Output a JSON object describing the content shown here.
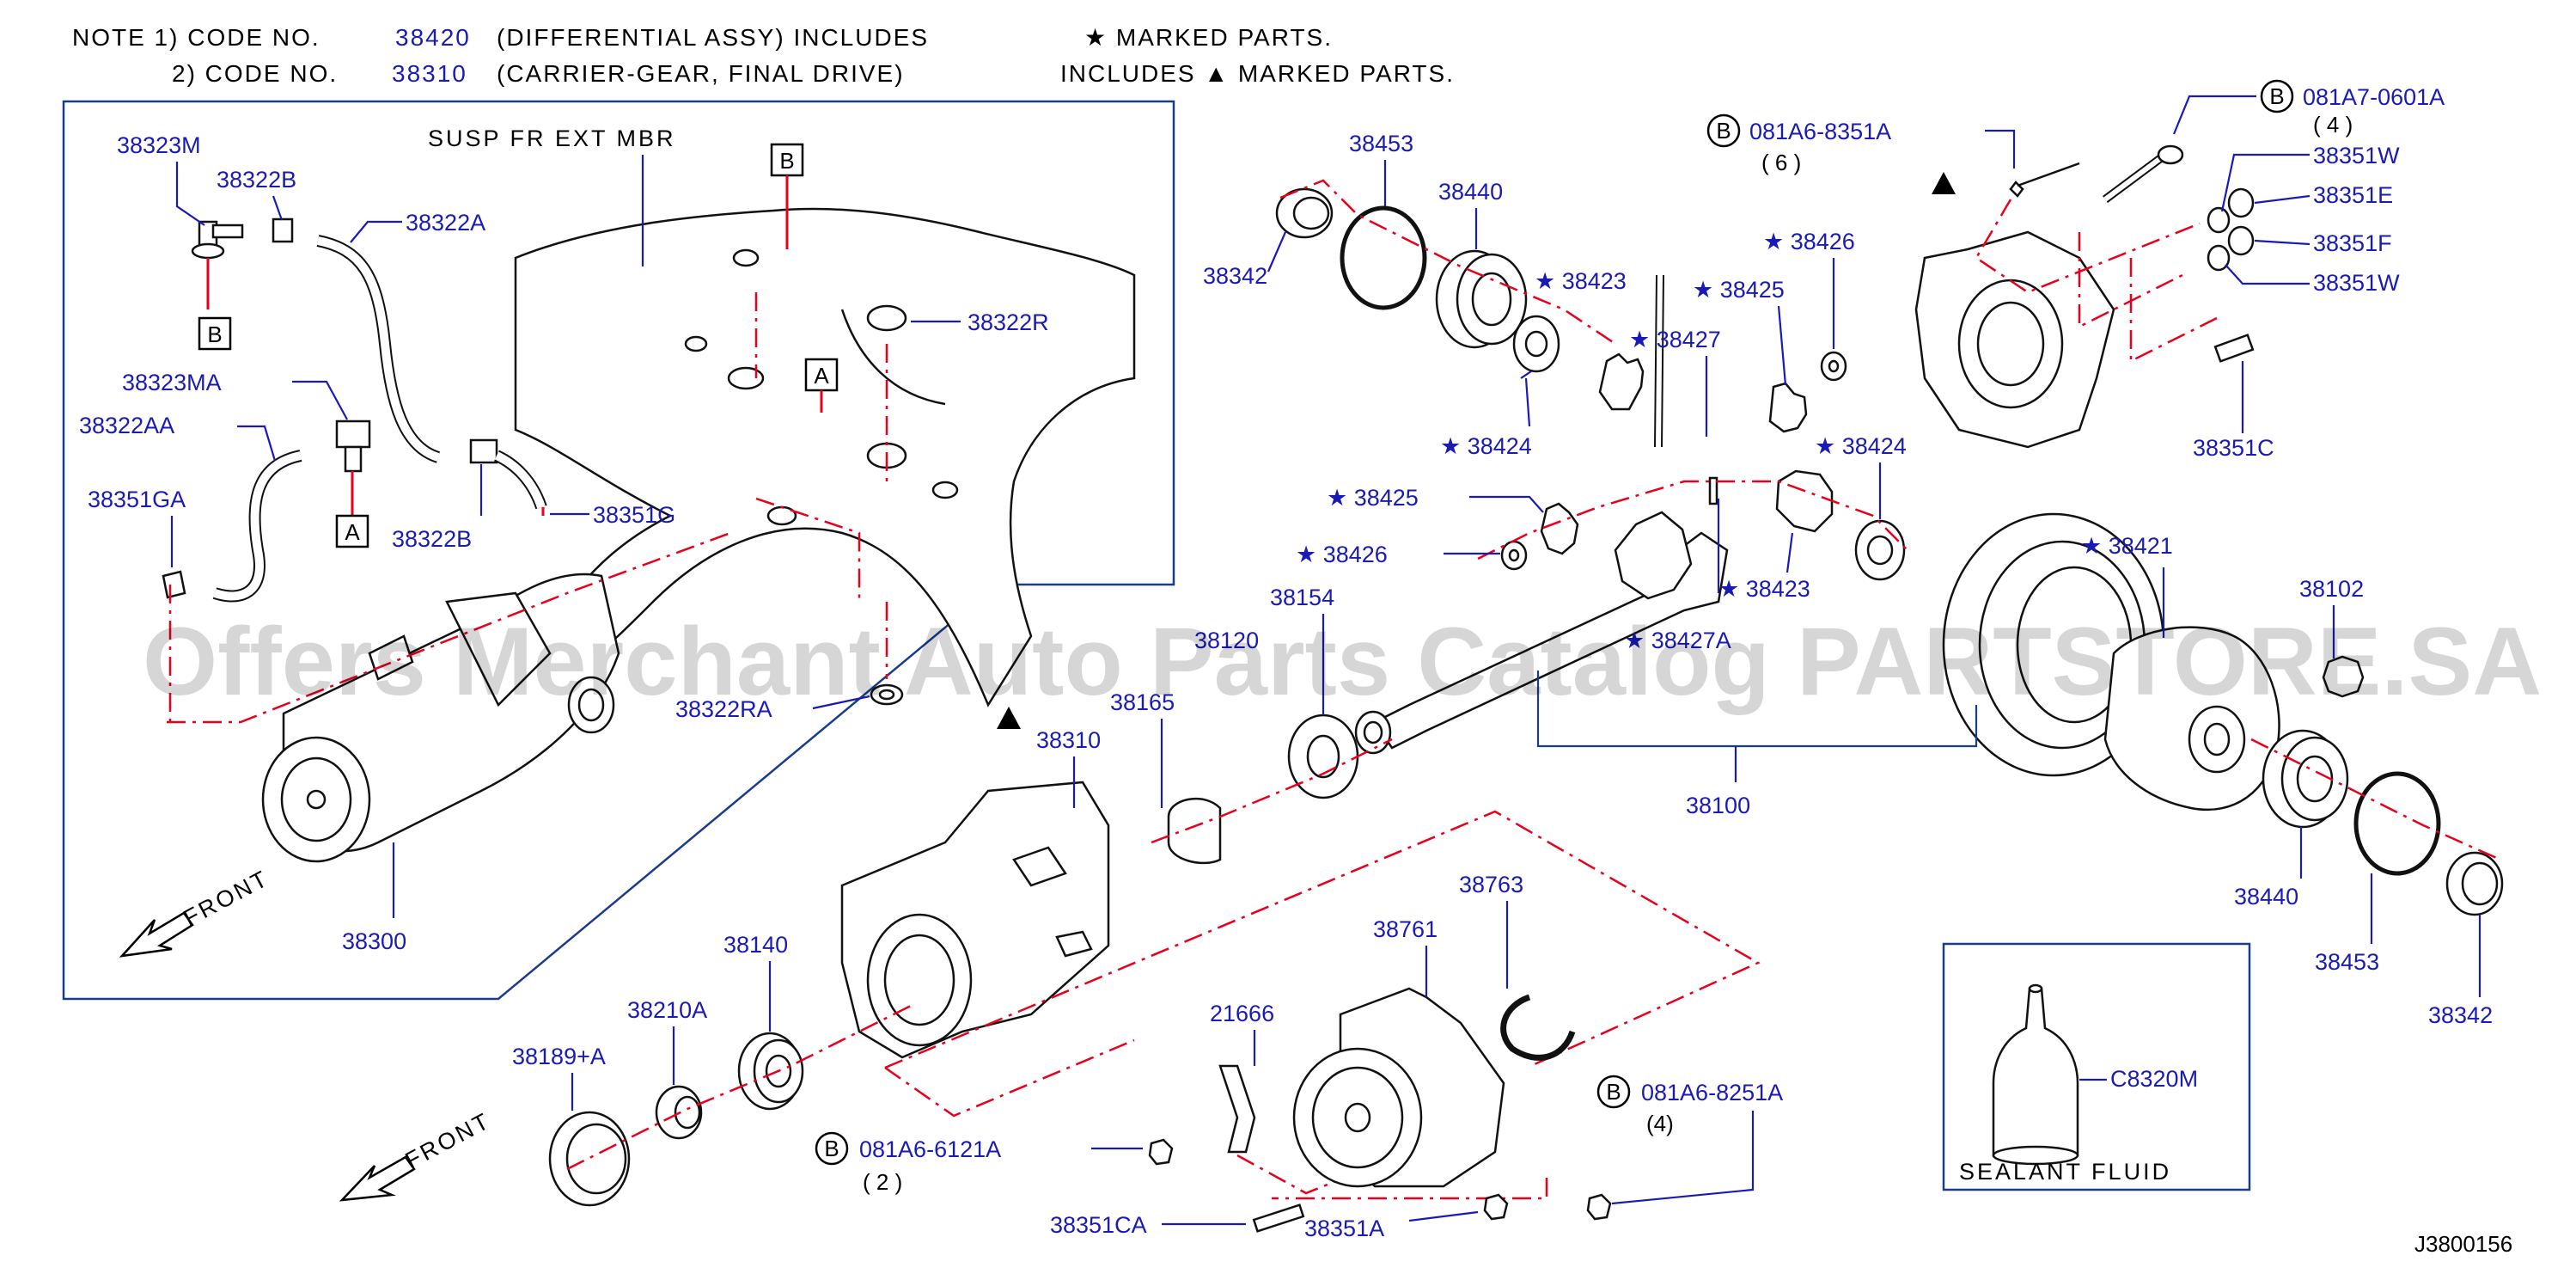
{
  "notes": {
    "line1_prefix": "NOTE  1)  CODE  NO.",
    "line1_code": "38420",
    "line1_suffix": "(DIFFERENTIAL  ASSY)  INCLUDES",
    "line1_right": "★  MARKED  PARTS.",
    "line2_prefix": "2)  CODE  NO.",
    "line2_code": "38310",
    "line2_suffix": "(CARRIER-GEAR,  FINAL  DRIVE)",
    "line2_right": "INCLUDES  ▲  MARKED  PARTS."
  },
  "labels": {
    "susp_member": "SUSP  FR  EXT  MBR",
    "front_1": "FRONT",
    "front_2": "FRONT",
    "sealant": "SEALANT  FLUID",
    "ref_a": "A",
    "ref_b": "B",
    "diagram_id": "J3800156"
  },
  "watermark": "Offers Merchant Auto Parts Catalog PARTSTORE.SA",
  "parts": {
    "p38323M": "38323M",
    "p38322B_top": "38322B",
    "p38322A": "38322A",
    "p38323MA": "38323MA",
    "p38322AA": "38322AA",
    "p38351GA": "38351GA",
    "p38322B_bot": "38322B",
    "p38351G": "38351G",
    "p38322R": "38322R",
    "p38322RA": "38322RA",
    "p38300": "38300",
    "p38453_l": "38453",
    "p38440_l": "38440",
    "p38342_l": "38342",
    "p38423_a": "★ 38423",
    "p38426_a": "★ 38426",
    "p38425_a": "★ 38425",
    "p38427": "★ 38427",
    "p38424_a": "★ 38424",
    "p38424_b": "★ 38424",
    "p38425_b": "★ 38425",
    "p38426_b": "★ 38426",
    "p38423_b": "★ 38423",
    "p38427A": "★ 38427A",
    "p38154": "38154",
    "p38120": "38120",
    "p38165": "38165",
    "p38310": "38310",
    "p38100": "38100",
    "p38421": "★ 38421",
    "p38102": "38102",
    "p38440_r": "38440",
    "p38453_r": "38453",
    "p38342_r": "38342",
    "p081A6_8351A": "081A6-8351A",
    "p081A6_8351A_qty": "( 6 )",
    "p081A7_0601A": "081A7-0601A",
    "p081A7_0601A_qty": "( 4 )",
    "p38351W_a": "38351W",
    "p38351E": "38351E",
    "p38351F": "38351F",
    "p38351W_b": "38351W",
    "p38351C": "38351C",
    "p38140": "38140",
    "p38210A": "38210A",
    "p38189A": "38189+A",
    "p081A6_6121A": "081A6-6121A",
    "p081A6_6121A_qty": "( 2 )",
    "p38351CA": "38351CA",
    "p21666": "21666",
    "p38761": "38761",
    "p38763": "38763",
    "p38351A": "38351A",
    "p081A6_8251A": "081A6-8251A",
    "p081A6_8251A_qty": "(4)",
    "pC8320M": "C8320M"
  },
  "colors": {
    "part_number": "#1a1ab4",
    "phantom_line": "#e8001c",
    "frame": "#1a3c8c",
    "outline": "#111111"
  },
  "icons": [
    "star-marker",
    "triangle-marker",
    "circle-b-marker",
    "square-ref-marker",
    "front-arrow-icon",
    "sealant-bottle-icon"
  ]
}
